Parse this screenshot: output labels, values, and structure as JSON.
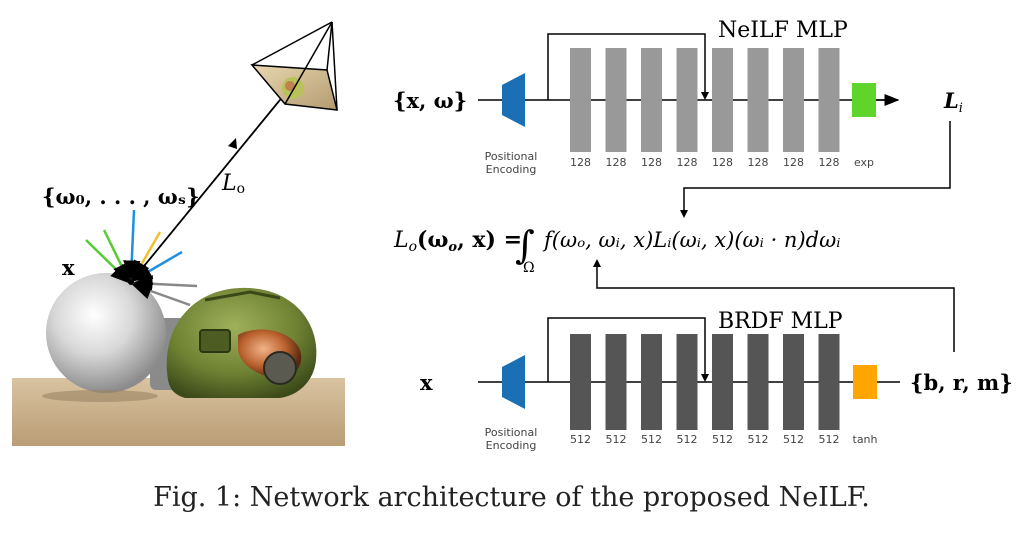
{
  "scene": {
    "lights_label": "{ω₀, . . . , ωₛ}",
    "point_label": "x",
    "outgoing_label": "L",
    "outgoing_sub": "o"
  },
  "neilf": {
    "title": "NeILF MLP",
    "input_label": "{x, ω}",
    "encoding_line1": "Positional",
    "encoding_line2": "Encoding",
    "layer_widths": [
      "128",
      "128",
      "128",
      "128",
      "128",
      "128",
      "128",
      "128"
    ],
    "activation": "exp",
    "output_label": "L",
    "output_sub": "i",
    "colors": {
      "layers": "#999999",
      "encoder": "#1b6fb5",
      "activation": "#5fd42a"
    }
  },
  "equation": {
    "lhs": "L",
    "lhs_sub": "o",
    "lhs_args": "(ω",
    "lhs_args_sub": "o",
    "lhs_args_tail": ", x) =",
    "integral": "∫",
    "domain": "Ω",
    "rhs_text": "f(ωₒ, ωᵢ, x)Lᵢ(ωᵢ, x)(ωᵢ · n)dωᵢ"
  },
  "brdf": {
    "title": "BRDF MLP",
    "input_label": "x",
    "encoding_line1": "Positional",
    "encoding_line2": "Encoding",
    "layer_widths": [
      "512",
      "512",
      "512",
      "512",
      "512",
      "512",
      "512",
      "512"
    ],
    "activation": "tanh",
    "output_label": "{b, r, m}",
    "colors": {
      "layers": "#555555",
      "encoder": "#1b6fb5",
      "activation": "#ffa500"
    }
  },
  "caption": "Fig. 1: Network architecture of the proposed NeILF."
}
